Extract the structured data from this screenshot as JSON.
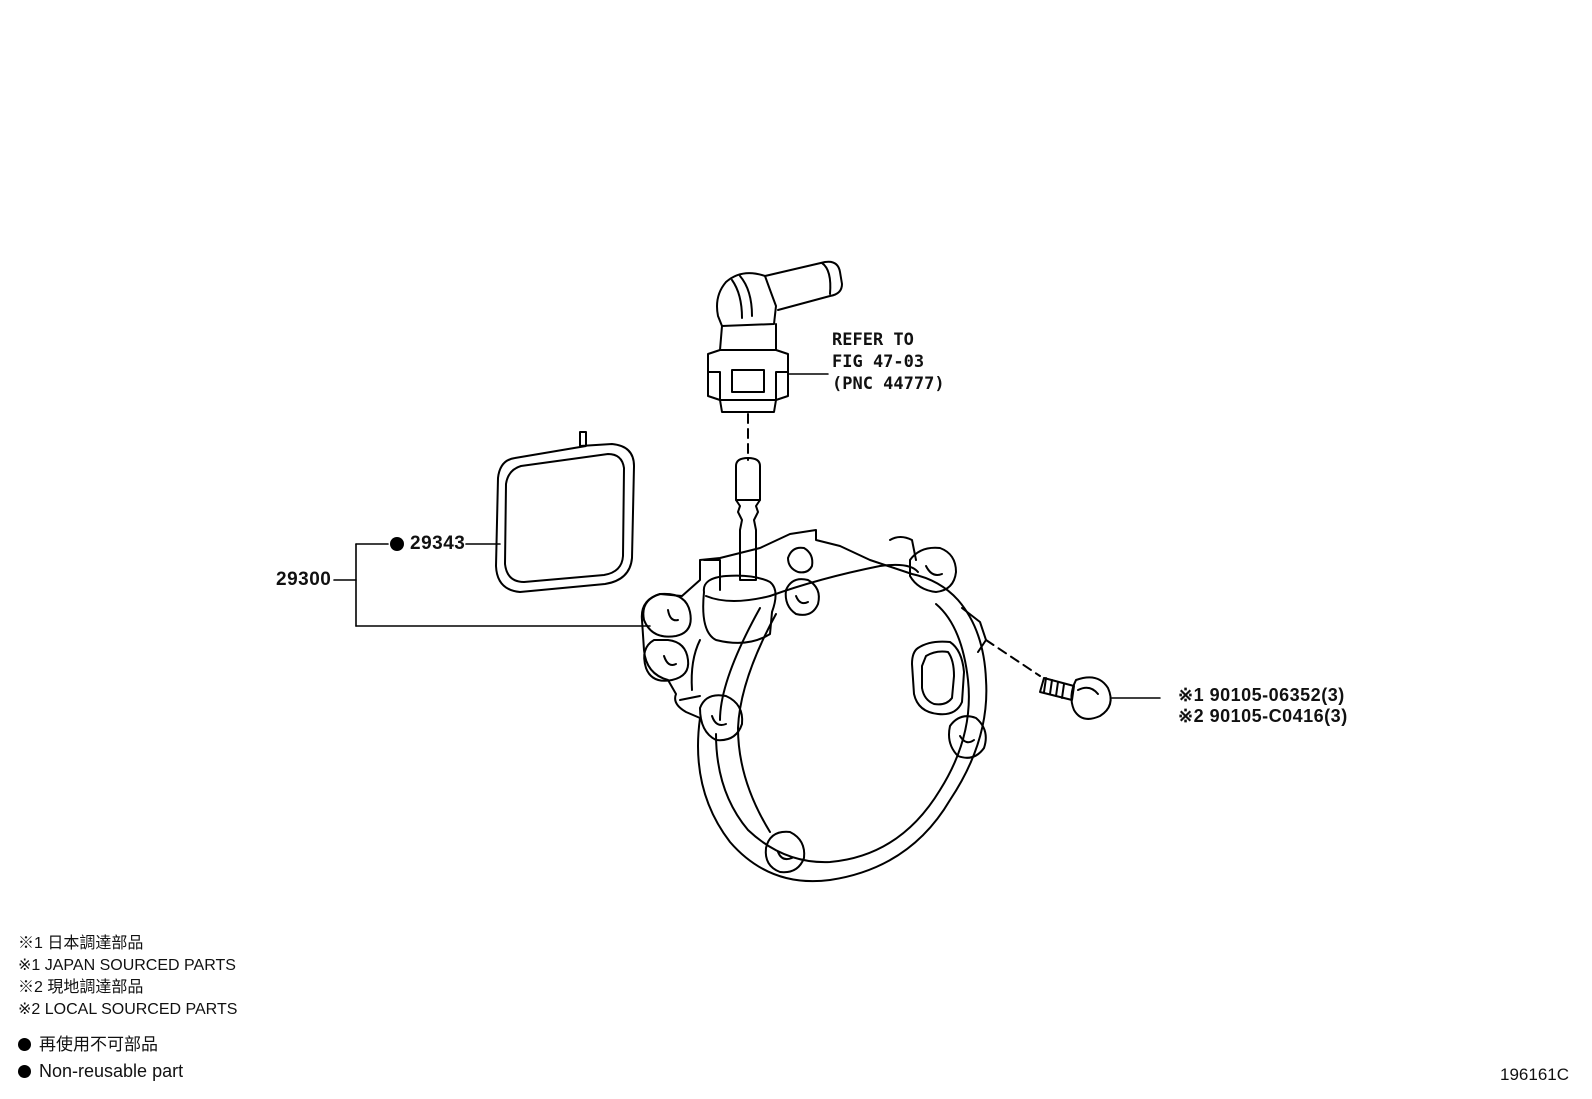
{
  "diagram": {
    "refer": {
      "line1": "REFER TO",
      "line2": "FIG 47-03",
      "line3": "(PNC 44777)"
    },
    "parts": {
      "assembly": "29300",
      "gasket": "29343",
      "bolt_japan": "※1 90105-06352(3)",
      "bolt_local": "※2 90105-C0416(3)"
    }
  },
  "legend": {
    "note1_jp": "※1 日本調達部品",
    "note1_en": "※1 JAPAN SOURCED PARTS",
    "note2_jp": "※2 現地調達部品",
    "note2_en": "※2 LOCAL SOURCED PARTS",
    "nonreusable_jp": "再使用不可部品",
    "nonreusable_en": "Non-reusable part"
  },
  "figure_code": "196161C"
}
